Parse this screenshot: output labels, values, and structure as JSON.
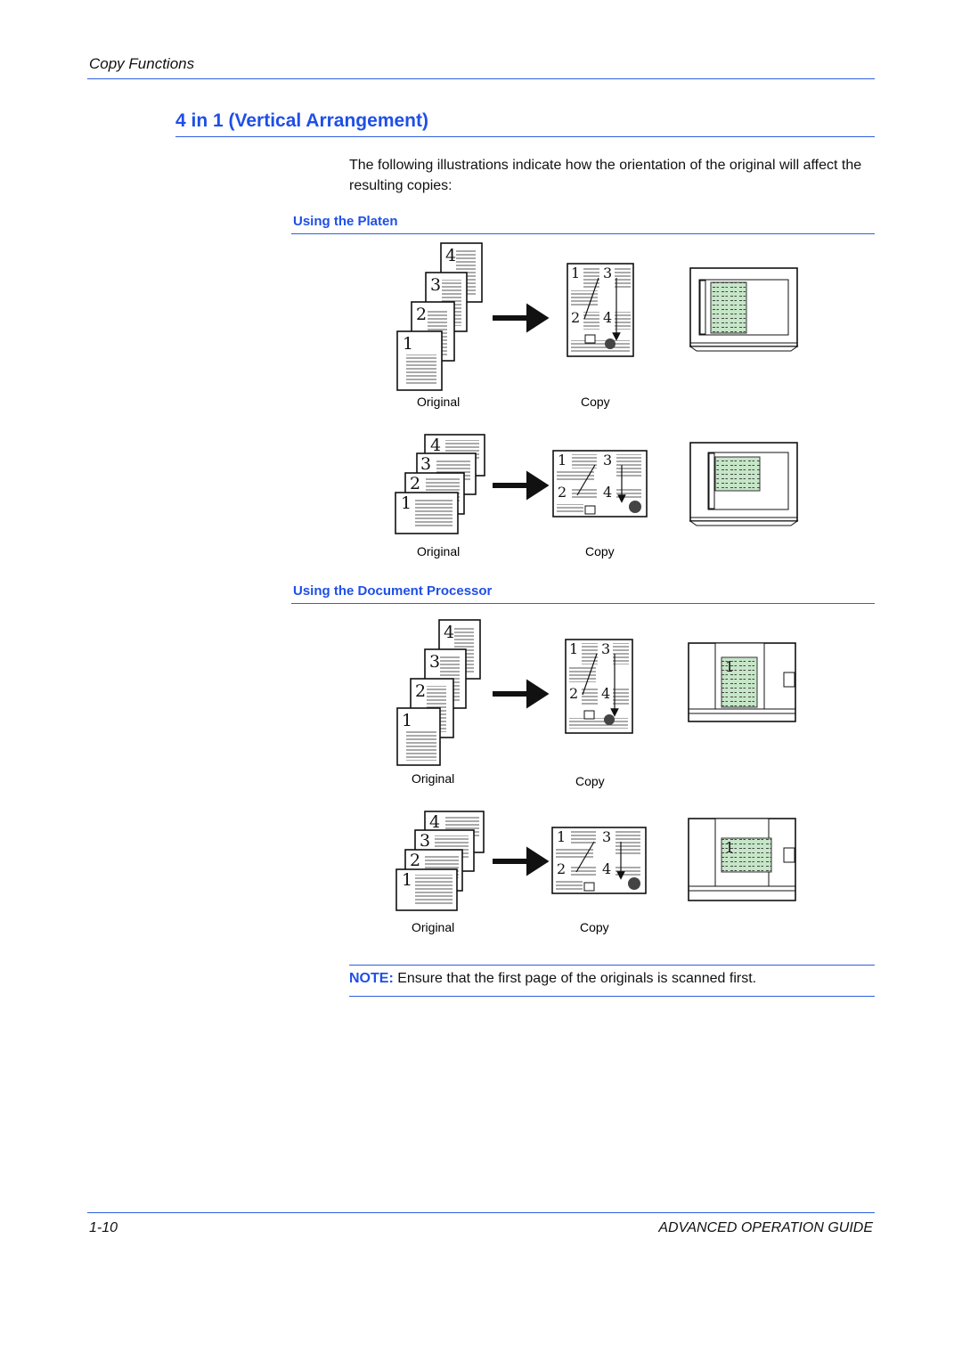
{
  "header": {
    "section": "Copy Functions"
  },
  "heading": "4 in 1 (Vertical Arrangement)",
  "intro": "The following illustrations indicate how the orientation of the original will affect the resulting copies:",
  "sections": [
    {
      "title": "Using the Platen"
    },
    {
      "title": "Using the Document Processor"
    }
  ],
  "captions": {
    "original": "Original",
    "copy": "Copy"
  },
  "page_numbers": {
    "p1": "1",
    "p2": "2",
    "p3": "3",
    "p4": "4"
  },
  "note": {
    "label": "NOTE:",
    "text": " Ensure that the first page of the originals is scanned first."
  },
  "footer": {
    "page": "1-10",
    "guide": "ADVANCED OPERATION GUIDE"
  },
  "colors": {
    "accent": "#1f4fe6",
    "glass_green": "#c6e6c8"
  }
}
